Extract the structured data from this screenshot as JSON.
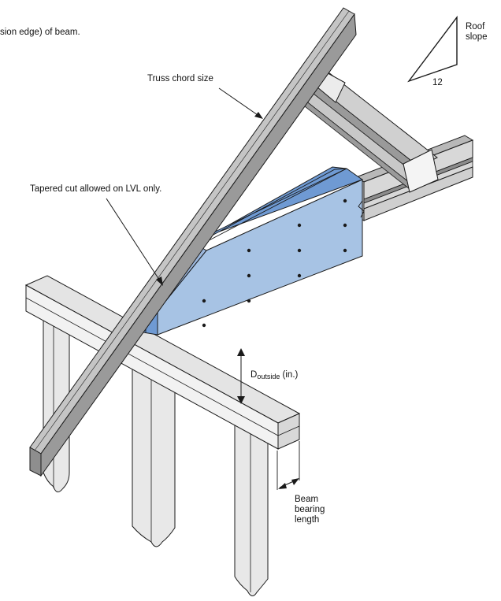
{
  "labels": {
    "top_text": "sion edge) of beam.",
    "truss_chord": "Truss chord size",
    "tapered_cut": "Tapered cut allowed on LVL only.",
    "roof_slope_1": "Roof",
    "roof_slope_2": "slope",
    "slope_run": "12",
    "d_outside_main": "D",
    "d_outside_sub": "outside",
    "d_outside_unit": " (in.)",
    "beam_bearing_1": "Beam",
    "beam_bearing_2": "bearing",
    "beam_bearing_3": "length"
  },
  "colors": {
    "block_face": "#a7c3e4",
    "block_top": "#6f9ad3",
    "block_edge": "#4a7bbf",
    "chord": "#c5c5c5",
    "chord_dark": "#9a9a9a",
    "beam": "#e4e4e4",
    "beam_side": "#f2f2f2",
    "post": "#e8e8e8",
    "outline": "#1a1a1a"
  }
}
